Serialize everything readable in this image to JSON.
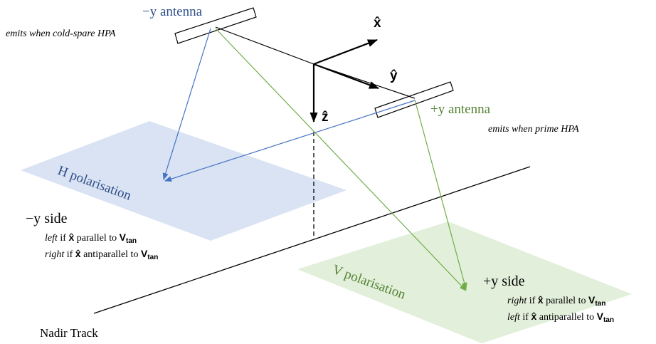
{
  "colors": {
    "blue": "#4472c4",
    "blue_text": "#2f4f8a",
    "green": "#70ad47",
    "green_text": "#548235",
    "h_plane": "#dae3f3",
    "v_plane": "#e2efda",
    "black": "#000000"
  },
  "antennas": {
    "minus_y": {
      "label": "−y antenna",
      "note": "emits when cold-spare HPA"
    },
    "plus_y": {
      "label": "+y antenna",
      "note": "emits when prime HPA"
    }
  },
  "axes": {
    "x": "x̂",
    "y": "ŷ",
    "z": "ẑ"
  },
  "planes": {
    "h": "H polarisation",
    "v": "V polarisation"
  },
  "sides": {
    "minus_y": {
      "title": "−y side",
      "line1": {
        "word": "left",
        "mid": " if ",
        "axis": "x̂",
        "rel": " parallel to ",
        "vec": "V",
        "sub": "tan"
      },
      "line2": {
        "word": "right",
        "mid": " if ",
        "axis": "x̂",
        "rel": " antiparallel to ",
        "vec": "V",
        "sub": "tan"
      }
    },
    "plus_y": {
      "title": "+y side",
      "line1": {
        "word": "right",
        "mid": " if ",
        "axis": "x̂",
        "rel": " parallel to ",
        "vec": "V",
        "sub": "tan"
      },
      "line2": {
        "word": "left",
        "mid": " if ",
        "axis": "x̂",
        "rel": " antiparallel to ",
        "vec": "V",
        "sub": "tan"
      }
    }
  },
  "nadir_label": "Nadir Track"
}
